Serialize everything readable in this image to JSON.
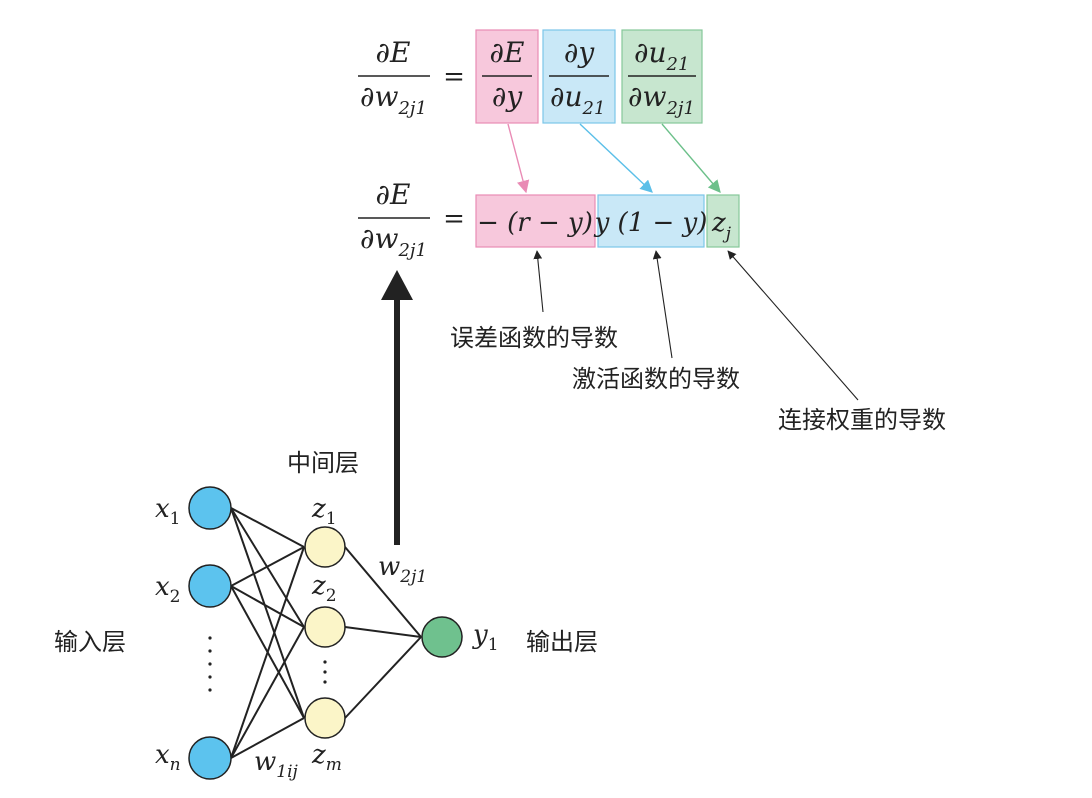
{
  "equation1": {
    "lhs": {
      "num": "∂E",
      "den": "∂w",
      "den_sub": "2j1"
    },
    "eq": "=",
    "terms": [
      {
        "num": "∂E",
        "den": "∂y",
        "color": "#f7c8dc",
        "border": "#e98bb5"
      },
      {
        "num": "∂y",
        "den": "∂u",
        "den_sub": "21",
        "color": "#c9e8f7",
        "border": "#7cc6e8"
      },
      {
        "num": "∂u",
        "num_sub": "21",
        "den": "∂w",
        "den_sub": "2j1",
        "color": "#c7e6cf",
        "border": "#86c79a"
      }
    ]
  },
  "equation2": {
    "lhs": {
      "num": "∂E",
      "den": "∂w",
      "den_sub": "2j1"
    },
    "eq": "=",
    "terms": [
      {
        "text": "− (r − y)",
        "color": "#f7c8dc",
        "border": "#e98bb5"
      },
      {
        "text": "y (1 − y)",
        "color": "#c9e8f7",
        "border": "#7cc6e8"
      },
      {
        "text": "z",
        "sub": "j",
        "color": "#c7e6cf",
        "border": "#86c79a"
      }
    ]
  },
  "arrow_colors": {
    "pink": "#e98bb5",
    "blue": "#5bbfe8",
    "green": "#6cc08a"
  },
  "annotations": {
    "error_derivative": "误差函数的导数",
    "activation_derivative": "激活函数的导数",
    "weight_derivative": "连接权重的导数"
  },
  "network": {
    "input_label": "输入层",
    "hidden_label": "中间层",
    "output_label": "输出层",
    "input_nodes": [
      {
        "var": "x",
        "sub": "1"
      },
      {
        "var": "x",
        "sub": "2"
      },
      {
        "var": "x",
        "sub": "n"
      }
    ],
    "hidden_nodes": [
      {
        "var": "z",
        "sub": "1"
      },
      {
        "var": "z",
        "sub": "2"
      },
      {
        "var": "z",
        "sub": "m"
      }
    ],
    "output_node": {
      "var": "y",
      "sub": "1"
    },
    "weight_hidden_output": {
      "var": "w",
      "sub": "2j1"
    },
    "weight_input_hidden": {
      "var": "w",
      "sub": "1ij"
    },
    "input_color": "#5cc3ee",
    "hidden_color": "#fbf5c8",
    "output_color": "#6fc18e"
  }
}
